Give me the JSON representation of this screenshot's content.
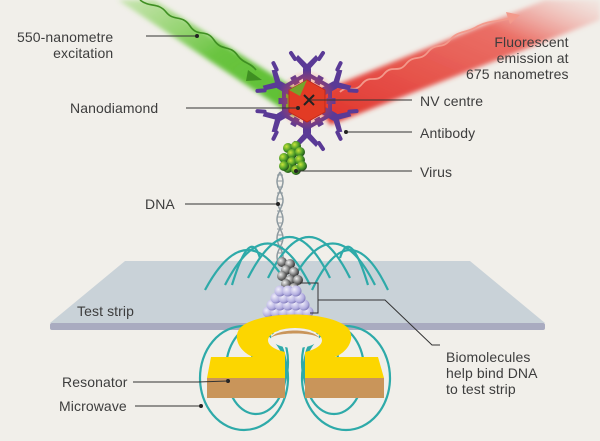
{
  "title": "Nanodiamond-based viral detection test strip",
  "colors": {
    "background": "#f1efea",
    "excitation_beam": "#5bbf2e",
    "emission_beam": "#e0302a",
    "antibody": "#5a3a96",
    "nanodiamond": "#e23b24",
    "virus": "#4a9a28",
    "dna": "#8e9aa0",
    "test_strip_top": "#c9d2d8",
    "test_strip_edge": "#a9abc0",
    "microwave_field": "#2eaaa9",
    "resonator_top": "#fcd600",
    "resonator_side": "#c9955a",
    "biomolecules": "#b3aee0",
    "label_text": "#3d3d3d"
  },
  "labels": {
    "excitation": "550-nanometre\nexcitation",
    "emission": "Fluorescent\nemission at\n675 nanometres",
    "nanodiamond": "Nanodiamond",
    "nv_centre": "NV centre",
    "antibody": "Antibody",
    "virus": "Virus",
    "dna": "DNA",
    "test_strip": "Test strip",
    "biomolecules": "Biomolecules\nhelp bind DNA\nto test strip",
    "resonator": "Resonator",
    "microwave": "Microwave"
  }
}
